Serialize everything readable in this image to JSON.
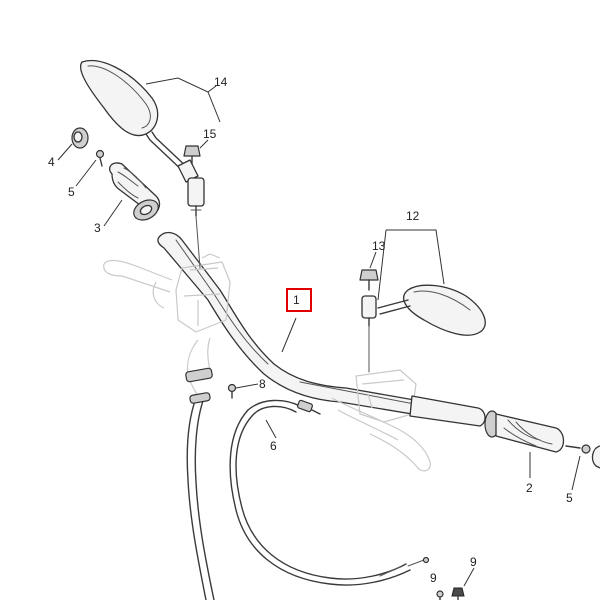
{
  "callouts": {
    "c1": "1",
    "c2": "2",
    "c3": "3",
    "c4": "4",
    "c5_left": "5",
    "c5_right": "5",
    "c6": "6",
    "c8": "8",
    "c9_center": "9",
    "c9_right": "9",
    "c12": "12",
    "c13": "13",
    "c14": "14",
    "c15": "15"
  },
  "highlight_color": "#e00000"
}
